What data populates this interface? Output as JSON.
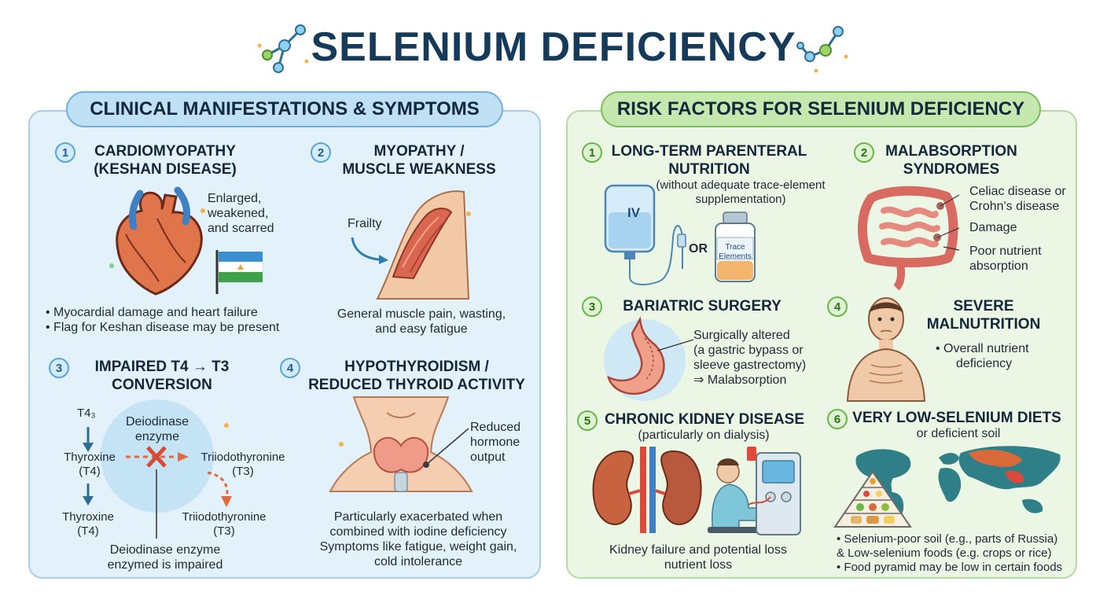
{
  "title": "SELENIUM DEFICIENCY",
  "left_panel": {
    "header": "CLINICAL MANIFESTATIONS & SYMPTOMS",
    "sections": [
      {
        "number": "1",
        "title_line1": "CARDIOMYOPATHY",
        "title_line2": "(KESHAN DISEASE)",
        "label_line1": "Enlarged,",
        "label_line2": "weakened,",
        "label_line3": "and scarred",
        "bullet1": "• Myocardial damage and heart failure",
        "bullet2": "• Flag for Keshan disease may be present"
      },
      {
        "number": "2",
        "title_line1": "MYOPATHY /",
        "title_line2": "MUSCLE WEAKNESS",
        "label": "Frailty",
        "desc_line1": "General muscle pain, wasting,",
        "desc_line2": "and easy fatigue"
      },
      {
        "number": "3",
        "title_line1": "IMPAIRED T4 → T3",
        "title_line2": "CONVERSION",
        "t43": "T4₃",
        "enzyme_line1": "Deiodinase",
        "enzyme_line2": "enzyme",
        "thyroxine1_line1": "Thyroxine",
        "thyroxine1_line2": "(T4)",
        "triio1_line1": "Triiodothyronine",
        "triio1_line2": "(T3)",
        "thyroxine2_line1": "Thyroxine",
        "thyroxine2_line2": "(T4)",
        "triio2_line1": "Triiodothyronine",
        "triio2_line2": "(T3)",
        "caption_line1": "Deiodinase enzyme",
        "caption_line2": "enzymed is impaired"
      },
      {
        "number": "4",
        "title_line1": "HYPOTHYROIDISM /",
        "title_line2": "REDUCED THYROID ACTIVITY",
        "label_line1": "Reduced",
        "label_line2": "hormone",
        "label_line3": "output",
        "desc_line1": "Particularly exacerbated when",
        "desc_line2": "combined with iodine deficiency",
        "desc_line3": "Symptoms like fatigue, weight gain,",
        "desc_line4": "cold intolerance"
      }
    ]
  },
  "right_panel": {
    "header": "RISK FACTORS FOR SELENIUM DEFICIENCY",
    "sections": [
      {
        "number": "1",
        "title_line1": "LONG-TERM PARENTERAL",
        "title_line2": "NUTRITION",
        "sub_line1": "(without adequate trace-element",
        "sub_line2": "supplementation)",
        "iv_label": "IV",
        "or_label": "OR",
        "vial_line1": "Trace",
        "vial_line2": "Elements"
      },
      {
        "number": "2",
        "title_line1": "MALABSORPTION",
        "title_line2": "SYNDROMES",
        "label1_line1": "Celiac disease or",
        "label1_line2": "Crohn's disease",
        "label2": "Damage",
        "label3_line1": "Poor nutrient",
        "label3_line2": "absorption"
      },
      {
        "number": "3",
        "title": "BARIATRIC SURGERY",
        "desc_line1": "Surgically altered",
        "desc_line2": "(a gastric bypass or",
        "desc_line3": "sleeve gastrectomy)",
        "desc_line4": "⇒ Malabsorption"
      },
      {
        "number": "4",
        "title_line1": "SEVERE",
        "title_line2": "MALNUTRITION",
        "desc_line1": "• Overall nutrient",
        "desc_line2": "deficiency"
      },
      {
        "number": "5",
        "title": "CHRONIC KIDNEY DISEASE",
        "sub": "(particularly on dialysis)",
        "desc_line1": "Kidney failure and potential loss",
        "desc_line2": "nutrient loss"
      },
      {
        "number": "6",
        "title": "VERY LOW-SELENIUM DIETS",
        "sub": "or deficient soil",
        "bullet1": "• Selenium-poor soil (e.g., parts of Russia)",
        "bullet2": "& Low-selenium foods (e.g. crops or rice)",
        "bullet3": "• Food pyramid may be low in certain foods"
      }
    ]
  }
}
